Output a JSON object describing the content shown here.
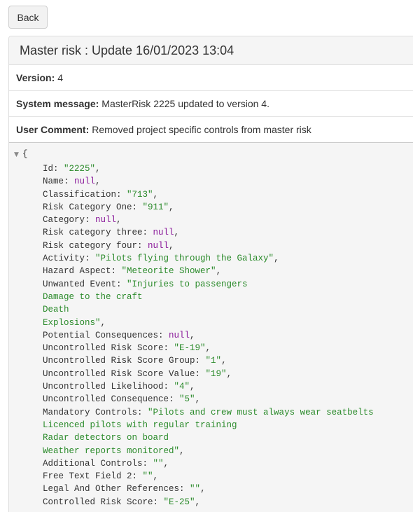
{
  "back_button": "Back",
  "header": {
    "title": "Master risk : Update 16/01/2023 13:04"
  },
  "info": {
    "version_label": "Version:",
    "version_value": "4",
    "system_label": "System message:",
    "system_value": "MasterRisk 2225 updated to version 4.",
    "comment_label": "User Comment:",
    "comment_value": "Removed project specific controls from master risk"
  },
  "json_view": {
    "open_brace": "{",
    "lines": [
      {
        "key": "Id: ",
        "value": "\"2225\"",
        "type": "string",
        "suffix": ","
      },
      {
        "key": "Name: ",
        "value": "null",
        "type": "null",
        "suffix": ","
      },
      {
        "key": "Classification: ",
        "value": "\"713\"",
        "type": "string",
        "suffix": ","
      },
      {
        "key": "Risk Category One: ",
        "value": "\"911\"",
        "type": "string",
        "suffix": ","
      },
      {
        "key": "Category: ",
        "value": "null",
        "type": "null",
        "suffix": ","
      },
      {
        "key": "Risk category three: ",
        "value": "null",
        "type": "null",
        "suffix": ","
      },
      {
        "key": "Risk category four: ",
        "value": "null",
        "type": "null",
        "suffix": ","
      },
      {
        "key": "Activity: ",
        "value": "\"Pilots flying through the Galaxy\"",
        "type": "string",
        "suffix": ","
      },
      {
        "key": "Hazard Aspect: ",
        "value": "\"Meteorite Shower\"",
        "type": "string",
        "suffix": ","
      },
      {
        "key": "Unwanted Event: ",
        "value": "\"Injuries to passengers",
        "type": "string",
        "suffix": ""
      },
      {
        "key": "",
        "value": "Damage to the craft",
        "type": "string",
        "suffix": ""
      },
      {
        "key": "",
        "value": "Death",
        "type": "string",
        "suffix": ""
      },
      {
        "key": "",
        "value": "Explosions\"",
        "type": "string",
        "suffix": ","
      },
      {
        "key": "Potential Consequences: ",
        "value": "null",
        "type": "null",
        "suffix": ","
      },
      {
        "key": "Uncontrolled Risk Score: ",
        "value": "\"E-19\"",
        "type": "string",
        "suffix": ","
      },
      {
        "key": "Uncontrolled Risk Score Group: ",
        "value": "\"1\"",
        "type": "string",
        "suffix": ","
      },
      {
        "key": "Uncontrolled Risk Score Value: ",
        "value": "\"19\"",
        "type": "string",
        "suffix": ","
      },
      {
        "key": "Uncontrolled Likelihood: ",
        "value": "\"4\"",
        "type": "string",
        "suffix": ","
      },
      {
        "key": "Uncontrolled Consequence: ",
        "value": "\"5\"",
        "type": "string",
        "suffix": ","
      },
      {
        "key": "Mandatory Controls: ",
        "value": "\"Pilots and crew must always wear seatbelts",
        "type": "string",
        "suffix": ""
      },
      {
        "key": "",
        "value": "Licenced pilots with regular training",
        "type": "string",
        "suffix": ""
      },
      {
        "key": "",
        "value": "Radar detectors on board",
        "type": "string",
        "suffix": ""
      },
      {
        "key": "",
        "value": "Weather reports monitored\"",
        "type": "string",
        "suffix": ","
      },
      {
        "key": "Additional Controls: ",
        "value": "\"\"",
        "type": "string",
        "suffix": ","
      },
      {
        "key": "Free Text Field 2: ",
        "value": "\"\"",
        "type": "string",
        "suffix": ","
      },
      {
        "key": "Legal And Other References: ",
        "value": "\"\"",
        "type": "string",
        "suffix": ","
      },
      {
        "key": "Controlled Risk Score: ",
        "value": "\"E-25\"",
        "type": "string",
        "suffix": ","
      }
    ]
  }
}
